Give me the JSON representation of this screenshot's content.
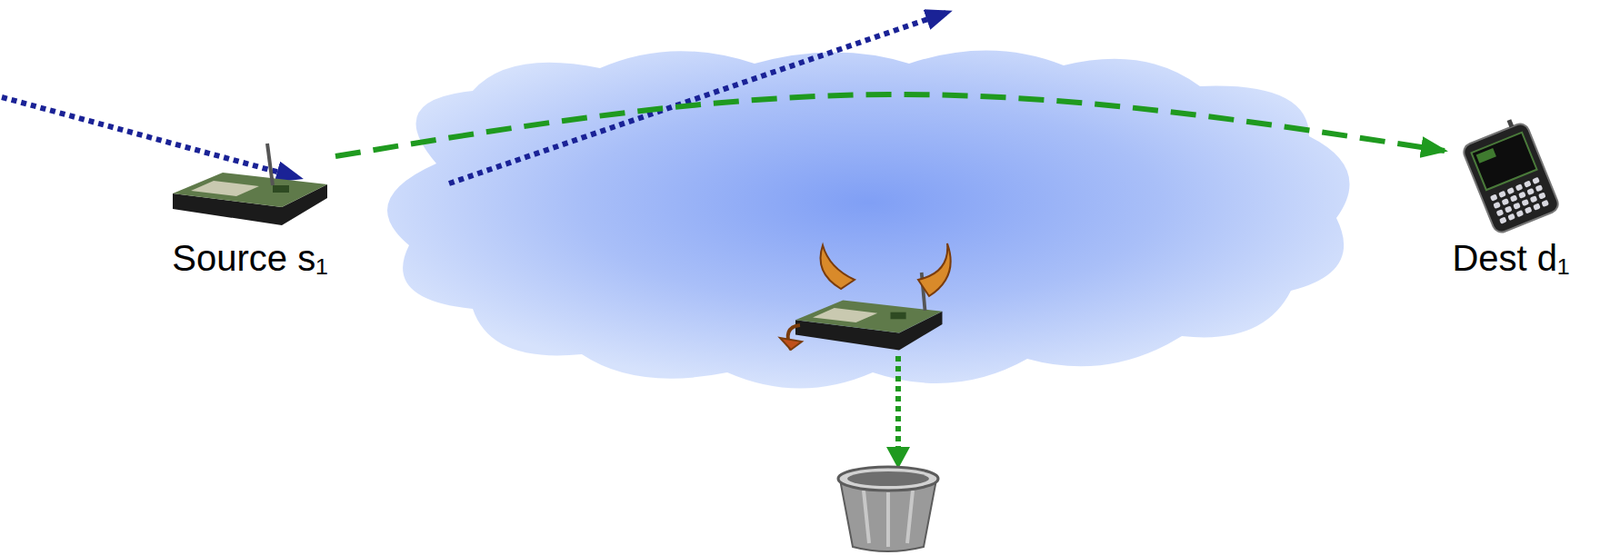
{
  "diagram": {
    "nodes": [
      {
        "text": [
          "Source s₁"
        ]
      },
      {
        "text": [
          "Dest d₁"
        ]
      }
    ],
    "edges": [
      {
        "from": 0,
        "to": 1,
        "arrow": "to"
      }
    ]
  }
}
